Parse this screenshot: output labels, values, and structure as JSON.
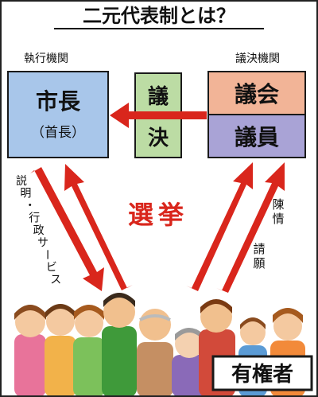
{
  "title": "二元代表制とは？",
  "executive": {
    "caption": "執行機関",
    "line1": "市長",
    "line2": "（首長）"
  },
  "vote": {
    "char1": "議",
    "char2": "決"
  },
  "legislature": {
    "caption": "議決機関",
    "top": "議会",
    "bottom": "議員"
  },
  "left_arrow_label": [
    "説",
    "明",
    "・",
    "行",
    "政",
    "サ",
    "ー",
    "ビ",
    "ス"
  ],
  "election": "選挙",
  "petition": [
    "陳",
    "情"
  ],
  "request": [
    "請",
    "願"
  ],
  "voters": "有権者",
  "colors": {
    "accent_red": "#d9261c",
    "executive_blue": "#a8c6ea",
    "vote_green": "#bcdca4",
    "assembly_salmon": "#f2b497",
    "member_purple": "#a9a3d6"
  }
}
